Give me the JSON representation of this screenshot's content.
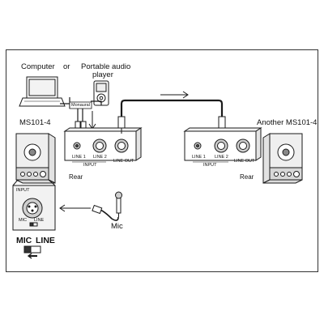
{
  "devices": {
    "computer_label": "Computer",
    "or_label": "or",
    "player_label_line1": "Portable audio",
    "player_label_line2": "player",
    "monaural_label": "Monaural",
    "mic_label": "Mic"
  },
  "speaker_left": {
    "model": "MS101-4"
  },
  "speaker_right": {
    "model": "Another MS101-4"
  },
  "rear_left": {
    "caption": "Rear",
    "line1": "LINE 1",
    "line2": "LINE 2",
    "input": "INPUT",
    "line_out": "LINE OUT"
  },
  "rear_right": {
    "caption": "Rear",
    "line1": "LINE 1",
    "line2": "LINE 2",
    "input": "INPUT",
    "line_out": "LINE OUT"
  },
  "front_detail": {
    "input_label": "INPUT",
    "mic_label": "MIC",
    "line_label": "LINE",
    "switch_mic": "MIC",
    "switch_line": "LINE"
  },
  "colors": {
    "line": "#1a1a1a",
    "panel_fill": "#ffffff",
    "speaker_fill": "#efefef",
    "jack_fill": "#cfcfcf"
  }
}
